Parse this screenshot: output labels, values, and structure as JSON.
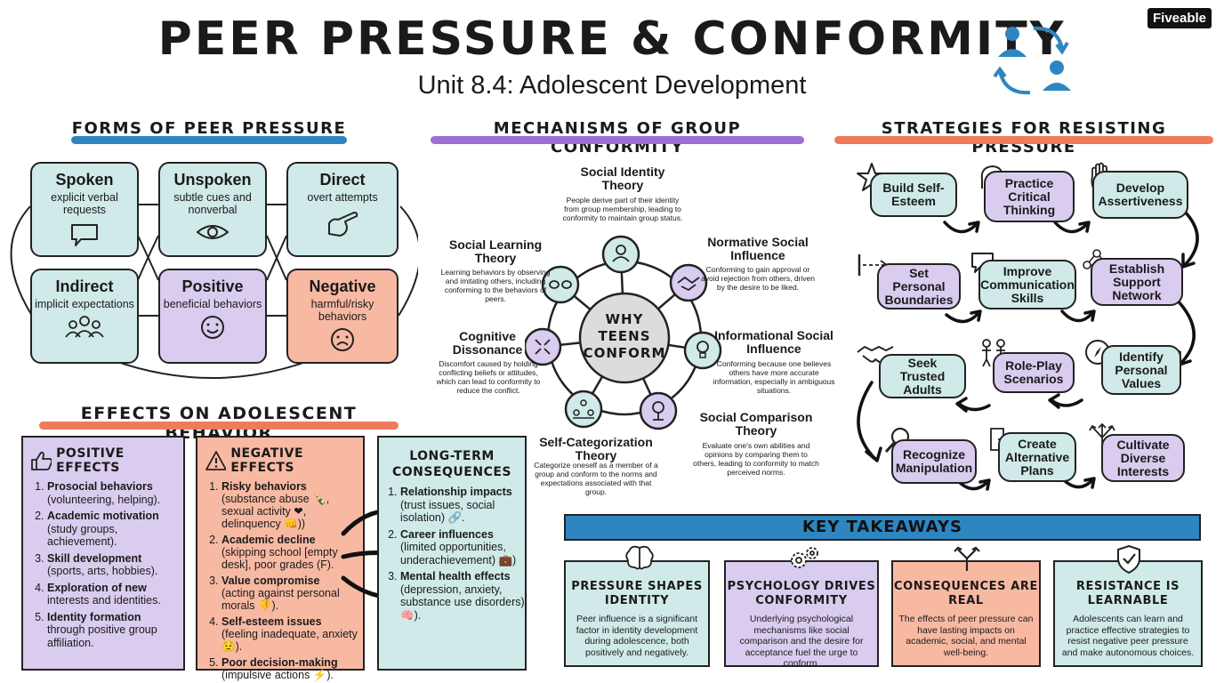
{
  "header": {
    "title": "PEER PRESSURE & CONFORMITY",
    "subtitle": "Unit 8.4: Adolescent Development",
    "logo": "Fiveable"
  },
  "forms": {
    "heading": "FORMS OF PEER PRESSURE",
    "cards": [
      {
        "title": "Spoken",
        "desc": "explicit verbal requests",
        "icon": "speech-bubble-icon"
      },
      {
        "title": "Unspoken",
        "desc": "subtle cues and nonverbal",
        "icon": "eye-icon"
      },
      {
        "title": "Direct",
        "desc": "overt attempts",
        "icon": "pointing-hand-icon"
      },
      {
        "title": "Indirect",
        "desc": "implicit expectations",
        "icon": "group-icon"
      },
      {
        "title": "Positive",
        "desc": "beneficial behaviors",
        "icon": "smile-icon"
      },
      {
        "title": "Negative",
        "desc": "harmful/risky behaviors",
        "icon": "frown-icon"
      }
    ]
  },
  "mechanisms": {
    "heading": "MECHANISMS OF GROUP CONFORMITY",
    "hub": "WHY TEENS CONFORM",
    "items": [
      {
        "title": "Social Identity Theory",
        "desc": "People derive part of their identity from group membership, leading to conformity to maintain group status."
      },
      {
        "title": "Normative Social Influence",
        "desc": "Conforming to gain approval or avoid rejection from others, driven by the desire to be liked."
      },
      {
        "title": "Informational Social Influence",
        "desc": "Conforming because one believes others have more accurate information, especially in ambiguous situations."
      },
      {
        "title": "Social Comparison Theory",
        "desc": "Evaluate one's own abilities and opinions by comparing them to others, leading to conformity to match perceived norms."
      },
      {
        "title": "Self-Categorization Theory",
        "desc": "Categorize oneself as a member of a group and conform to the norms and expectations associated with that group."
      },
      {
        "title": "Cognitive Dissonance",
        "desc": "Discomfort caused by holding conflicting beliefs or attitudes, which can lead to conformity to reduce the conflict."
      },
      {
        "title": "Social Learning Theory",
        "desc": "Learning behaviors by observing and imitating others, including conforming to the behaviors of peers."
      }
    ]
  },
  "strategies": {
    "heading": "STRATEGIES FOR RESISTING PRESSURE",
    "items": [
      "Build Self-Esteem",
      "Practice Critical Thinking",
      "Develop Assertiveness",
      "Set Personal Boundaries",
      "Improve Communication Skills",
      "Establish Support Network",
      "Seek Trusted Adults",
      "Role-Play Scenarios",
      "Identify Personal Values",
      "Recognize Manipulation",
      "Create Alternative Plans",
      "Cultivate Diverse Interests"
    ]
  },
  "effects": {
    "heading": "EFFECTS ON ADOLESCENT BEHAVIOR",
    "positive": {
      "title": "POSITIVE EFFECTS",
      "items": [
        {
          "term": "Prosocial behaviors",
          "detail": "(volunteering, helping)."
        },
        {
          "term": "Academic motivation",
          "detail": "(study groups, achievement)."
        },
        {
          "term": "Skill development",
          "detail": "(sports, arts, hobbies)."
        },
        {
          "term": "Exploration of new",
          "detail": "interests and identities."
        },
        {
          "term": "Identity formation",
          "detail": "through positive group affiliation."
        }
      ]
    },
    "negative": {
      "title": "NEGATIVE EFFECTS",
      "items": [
        {
          "term": "Risky behaviors",
          "detail": "(substance abuse 🍾, sexual activity ❤, delinquency 👊))"
        },
        {
          "term": "Academic decline",
          "detail": "(skipping school [empty desk], poor grades (F)."
        },
        {
          "term": "Value compromise",
          "detail": "(acting against personal morals 👎)."
        },
        {
          "term": "Self-esteem issues",
          "detail": "(feeling inadequate, anxiety 😟)."
        },
        {
          "term": "Poor decision-making",
          "detail": "(impulsive actions ⚡)."
        }
      ]
    },
    "longterm": {
      "title": "LONG-TERM CONSEQUENCES",
      "items": [
        {
          "term": "Relationship impacts",
          "detail": "(trust issues, social isolation) 🔗."
        },
        {
          "term": "Career influences",
          "detail": "(limited opportunities, underachievement) 💼)"
        },
        {
          "term": "Mental health effects",
          "detail": "(depression, anxiety, substance use disorders) 🧠)."
        }
      ]
    }
  },
  "takeaways": {
    "heading": "KEY TAKEAWAYS",
    "items": [
      {
        "title": "PRESSURE SHAPES IDENTITY",
        "desc": "Peer influence is a significant factor in identity development during adolescence, both positively and negatively.",
        "icon": "brain-icon"
      },
      {
        "title": "PSYCHOLOGY DRIVES CONFORMITY",
        "desc": "Underlying psychological mechanisms like social comparison and the desire for acceptance fuel the urge to conform.",
        "icon": "gears-icon"
      },
      {
        "title": "CONSEQUENCES ARE REAL",
        "desc": "The effects of peer pressure can have lasting impacts on academic, social, and mental well-being.",
        "icon": "split-arrow-icon"
      },
      {
        "title": "RESISTANCE IS LEARNABLE",
        "desc": "Adolescents can learn and practice effective strategies to resist negative peer pressure and make autonomous choices.",
        "icon": "shield-check-icon"
      }
    ]
  },
  "colors": {
    "teal": "#cfeae8",
    "purple": "#d9ccef",
    "salmon": "#f8b9a3",
    "blue": "#2e86c1",
    "orange": "#ef7b5a",
    "violet": "#9b6fd6",
    "header_blue": "#2e86c1"
  }
}
